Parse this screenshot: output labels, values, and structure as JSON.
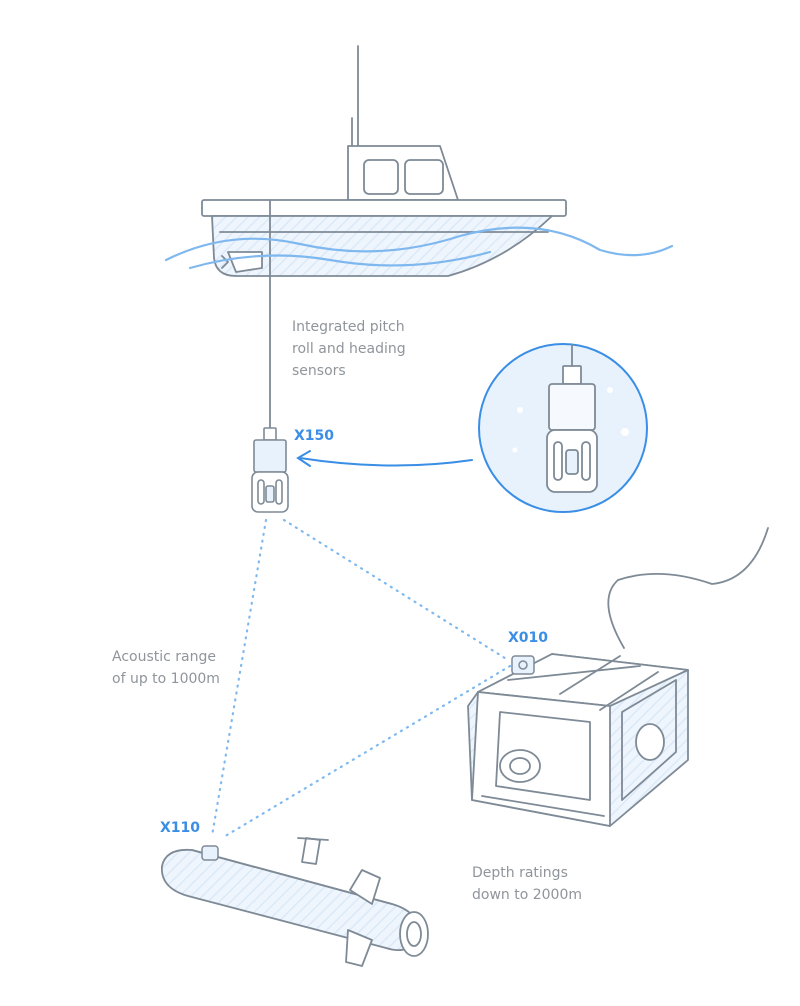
{
  "labels": {
    "x150": "X150",
    "x010": "X010",
    "x110": "X110",
    "sensors": [
      "Integrated pitch",
      "roll and heading",
      "sensors"
    ],
    "acoustic": [
      "Acoustic range",
      "of up to 1000m"
    ],
    "depth": [
      "Depth ratings",
      "down to 2000m"
    ]
  },
  "colors": {
    "outline": "#7e8a96",
    "accent": "#3a8ee6",
    "fill_light": "#e8f2fc",
    "water": "#7fb8ef",
    "text": "#8f959b"
  }
}
